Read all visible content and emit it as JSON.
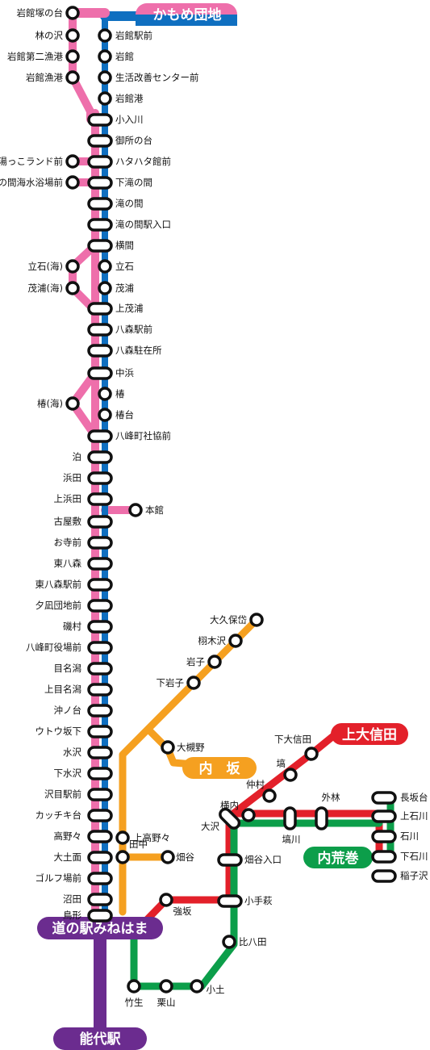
{
  "terminals": {
    "kamome": "かもめ団地",
    "kamioshida": "上大信田",
    "uchisaka": "内　坂",
    "uchiaramaki": "内荒巻",
    "michinoeki": "道の駅みねはま",
    "noshiro": "能代駅"
  },
  "colors": {
    "pink": "#EE6FAB",
    "blue": "#0F6FC0",
    "orange": "#F5A020",
    "red": "#E3202A",
    "green": "#0C9E4A",
    "purple": "#6B2C8F"
  },
  "stations": {
    "iwadatezuka": "岩館塚の台",
    "hayashinosawa": "林の沢",
    "iwadate2": "岩館第二漁港",
    "iwadategyoko": "岩館漁港",
    "iwadate_ekimae": "岩館駅前",
    "iwadate": "岩館",
    "seikatsu": "生活改善センター前",
    "iwadatekou": "岩館港",
    "koirikawa": "小入川",
    "goshonodai": "御所の台",
    "hatahata": "ハタハタ館前",
    "yukko": "湯っこランド前",
    "kaisui": "の間海水浴場前",
    "shimotakinoma": "下滝の間",
    "takinoma": "滝の間",
    "takinoma_iriguchi": "滝の間駅入口",
    "yokoma": "横間",
    "tateishi_umi": "立石(海)",
    "tateishi": "立石",
    "mouraumi": "茂浦(海)",
    "moura": "茂浦",
    "kamimoura": "上茂浦",
    "hachimori_ekimae": "八森駅前",
    "hachimori_chuzaisho": "八森駐在所",
    "nakahama": "中浜",
    "tsubaki_umi": "椿(海)",
    "tsubaki": "椿",
    "tsubakidai": "椿台",
    "hachiho_shakyo": "八峰町社協前",
    "tomari": "泊",
    "hamada": "浜田",
    "kamihamada": "上浜田",
    "honkan": "本館",
    "koyashiki": "古屋敷",
    "oteramae": "お寺前",
    "higashihachimori": "東八森",
    "higashihachimori_eki": "東八森駅前",
    "yunagi": "夕凪団地前",
    "isomura": "磯村",
    "yakubamae": "八峰町役場前",
    "menagata": "目名潟",
    "kamimenagata": "上目名潟",
    "okinodai": "沖ノ台",
    "utou": "ウトウ坂下",
    "mizusawa": "水沢",
    "shimomizusawa": "下水沢",
    "sawame": "沢目駅前",
    "kacchiki": "カッチキ台",
    "takayaya": "高野々",
    "kamitakayaya": "上高野々",
    "oudomen": "大土面",
    "golf": "ゴルフ場前",
    "tanaka": "田中",
    "hataya": "畑谷",
    "numata": "沼田",
    "torikata": "鳥形",
    "ookubota": "大久保岱",
    "taraki": "栩木沢",
    "iwako": "岩子",
    "shimoiwako": "下岩子",
    "ootsukino": "大槻野",
    "shimooshida": "下大信田",
    "hanawa": "塙",
    "nakamura": "仲村",
    "yokouchi": "横内",
    "oosawa": "大沢",
    "hanawagawa": "塙川",
    "sotobayashi": "外林",
    "nagasakadai": "長坂台",
    "kamiishikawa": "上石川",
    "ishikawa": "石川",
    "shimoishikawa": "下石川",
    "inekosawa": "稲子沢",
    "hatayairiguchi": "畑谷入口",
    "kotehagi": "小手萩",
    "gousaka": "強坂",
    "hihatta": "比八田",
    "takeo": "竹生",
    "kuriyama": "栗山",
    "kotsuchi": "小土"
  }
}
